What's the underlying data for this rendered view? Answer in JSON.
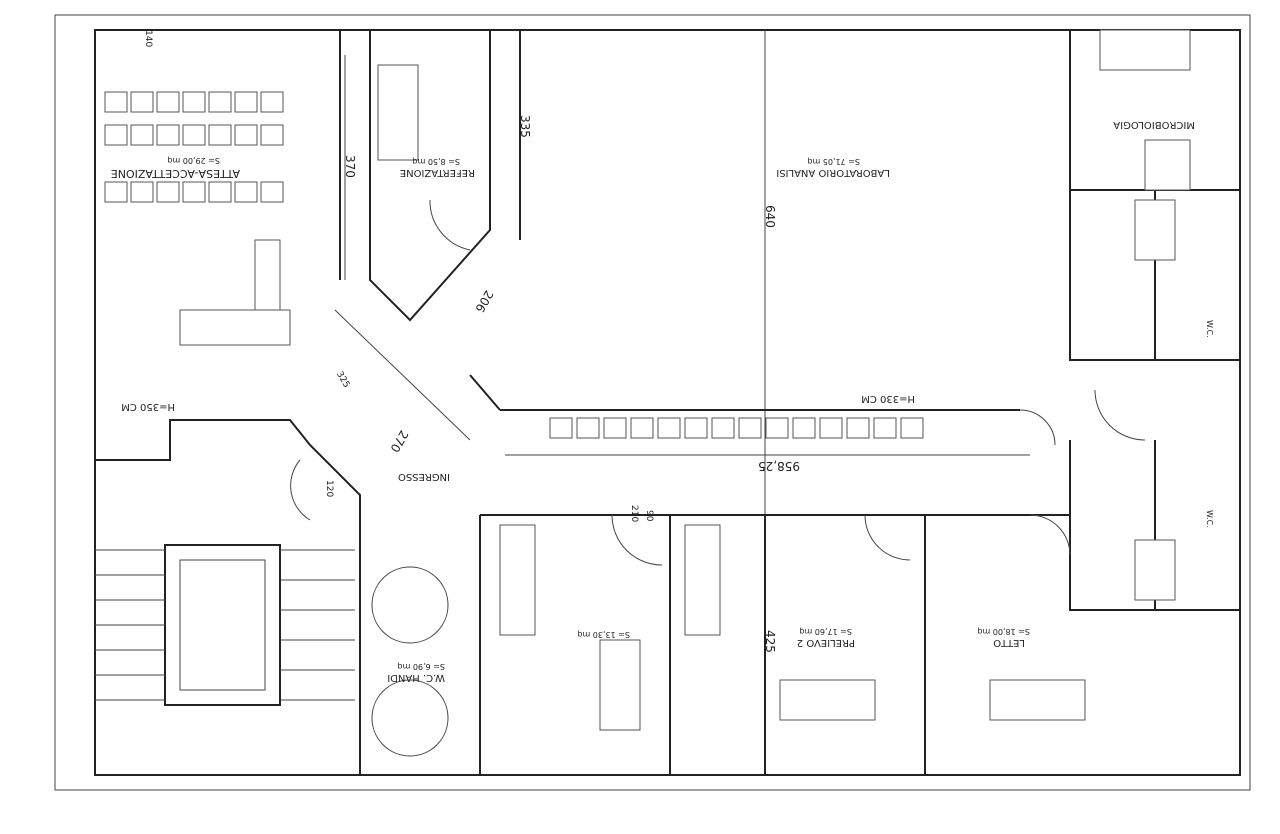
{
  "rooms": {
    "attesa": {
      "name": "ATTESA-ACCETTAZIONE",
      "area": "S= 29,00 mq"
    },
    "refertazione": {
      "name": "REFERTAZIONE",
      "area": "S= 8,50 mq"
    },
    "laboratorio": {
      "name": "LABORATORIO ANALISI",
      "area": "S= 71,05 mq"
    },
    "microbiologia": {
      "name": "MICROBIOLOGIA"
    },
    "ingresso": {
      "name": "INGRESSO"
    },
    "prelievo1": {
      "area": "S= 13,30 mq"
    },
    "prelievo2": {
      "name": "PRELIEVO 2",
      "area": "S= 17,60 mq"
    },
    "letto": {
      "name": "LETTO",
      "area": "S= 18,00 mq"
    },
    "wc_handi": {
      "name": "W.C. HANDI",
      "area": "S= 6,90 mq"
    },
    "wc1": {
      "name": "W.C."
    },
    "wc2": {
      "name": "W.C."
    }
  },
  "heights": {
    "left": "H=350 CM",
    "corridor": "H=330 CM"
  },
  "dimensions": {
    "d370": "370",
    "d335": "335",
    "d640": "640",
    "d206": "206",
    "d270": "270",
    "d325": "325",
    "d958": "958,25",
    "d425": "425",
    "d140": "140",
    "d90": "90",
    "d210": "210",
    "d120": "120"
  }
}
